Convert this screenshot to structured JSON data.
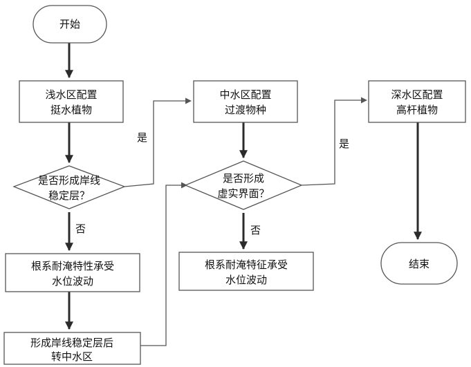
{
  "nodes": {
    "start": {
      "lines": [
        "开始"
      ]
    },
    "shallow": {
      "lines": [
        "浅水区配置",
        "挺水植物"
      ]
    },
    "middle": {
      "lines": [
        "中水区配置",
        "过渡物种"
      ]
    },
    "deep": {
      "lines": [
        "深水区配置",
        "高杆植物"
      ]
    },
    "decision_shore": {
      "lines": [
        "是否形成岸线",
        "稳定层？"
      ]
    },
    "decision_interface": {
      "lines": [
        "是否形成",
        "虚实界面？"
      ]
    },
    "root_shallow": {
      "lines": [
        "根系耐淹特性承受",
        "水位波动"
      ]
    },
    "root_middle": {
      "lines": [
        "根系耐淹特征承受",
        "水位波动"
      ]
    },
    "form_shore": {
      "lines": [
        "形成岸线稳定层后",
        "转中水区"
      ]
    },
    "end": {
      "lines": [
        "结束"
      ]
    }
  },
  "edge_labels": {
    "yes_1": "是",
    "no_1": "否",
    "yes_2": "是",
    "no_2": "否"
  }
}
